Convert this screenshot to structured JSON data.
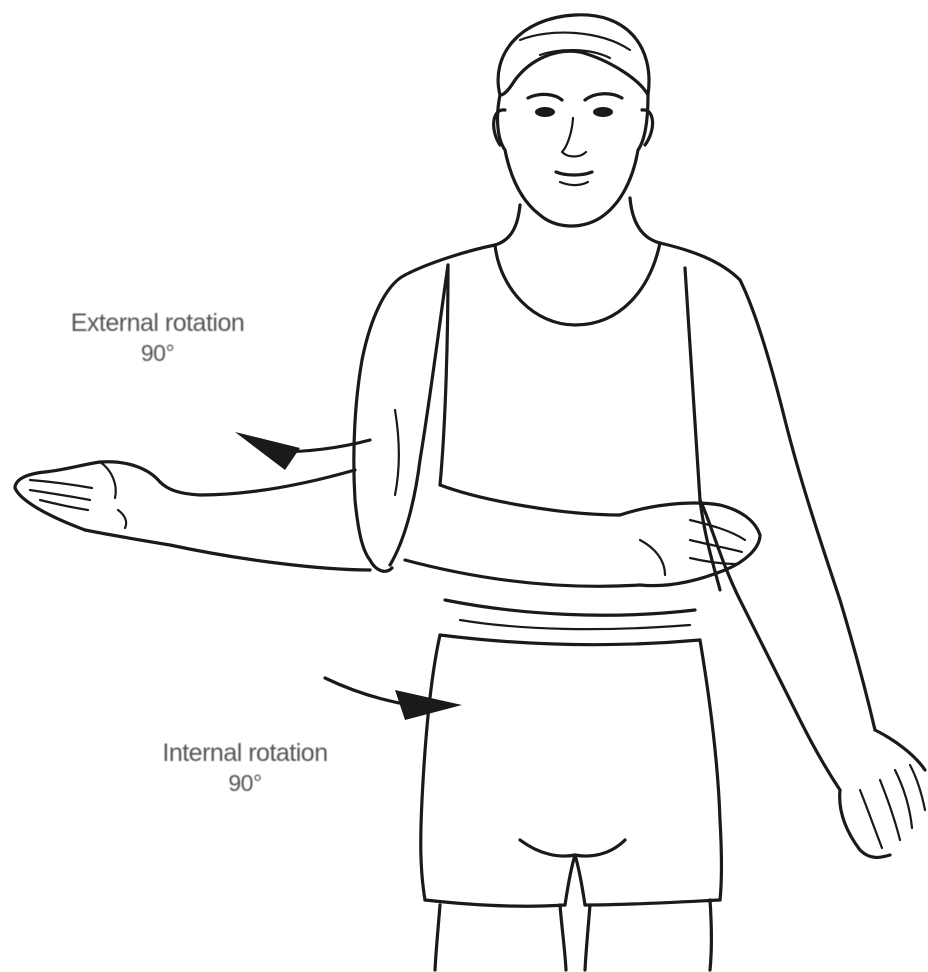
{
  "labels": {
    "external_rotation": {
      "name": "External rotation",
      "degrees": "90°"
    },
    "internal_rotation": {
      "name": "Internal rotation",
      "degrees": "90°"
    }
  },
  "colors": {
    "line": "#1a1a1a",
    "text": "#555555",
    "background": "#ffffff"
  },
  "icons": {
    "external_arrow": "arrow-left-icon",
    "internal_arrow": "arrow-right-icon"
  }
}
